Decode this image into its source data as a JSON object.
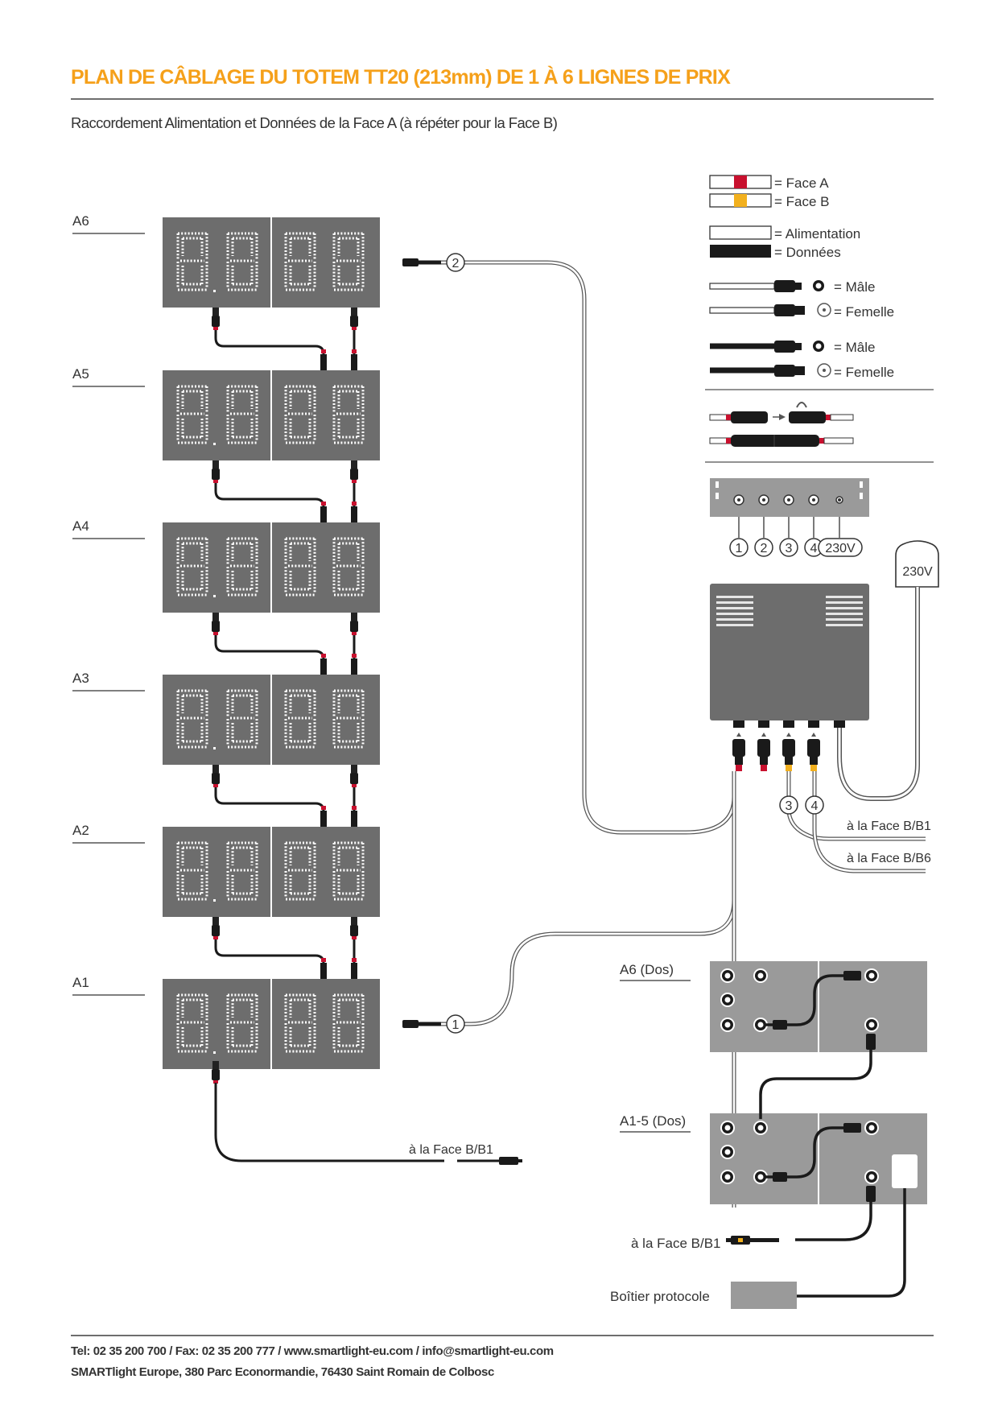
{
  "header": {
    "title": "PLAN DE CÂBLAGE DU TOTEM TT20 (213mm) DE 1 À 6 LIGNES DE PRIX",
    "subtitle": "Raccordement Alimentation et Données de la Face A (à répéter pour la Face B)"
  },
  "rows": [
    {
      "label": "A6"
    },
    {
      "label": "A5"
    },
    {
      "label": "A4"
    },
    {
      "label": "A3"
    },
    {
      "label": "A2"
    },
    {
      "label": "A1"
    }
  ],
  "legend": {
    "face_a": "= Face A",
    "face_b": "= Face B",
    "alimentation": "= Alimentation",
    "donnees": "= Données",
    "male": "= Mâle",
    "femelle": "= Femelle"
  },
  "ports": [
    "1",
    "2",
    "3",
    "4",
    "230V"
  ],
  "power_plug_label": "230V",
  "markers": {
    "one": "1",
    "two": "2",
    "three": "3",
    "four": "4"
  },
  "labels": {
    "to_b1_top": "à la Face B/B1",
    "to_b6": "à la Face B/B6",
    "to_b1_bottom_left": "à la Face B/B1",
    "to_b1_bottom_right": "à la Face B/B1",
    "back_a6": "A6 (Dos)",
    "back_a15": "A1-5 (Dos)",
    "protocol_box": "Boîtier protocole"
  },
  "footer": {
    "line1": "Tel: 02 35 200 700  /  Fax: 02 35 200 777 / www.smartlight-eu.com / info@smartlight-eu.com",
    "line2": "SMARTlight Europe, 380 Parc Econormandie, 76430 Saint Romain de Colbosc"
  },
  "colors": {
    "accent": "#f5a01a",
    "face_a": "#c8102e",
    "face_b": "#f2b01e",
    "panel": "#6d6d6d",
    "back_panel": "#9a9a9a"
  }
}
